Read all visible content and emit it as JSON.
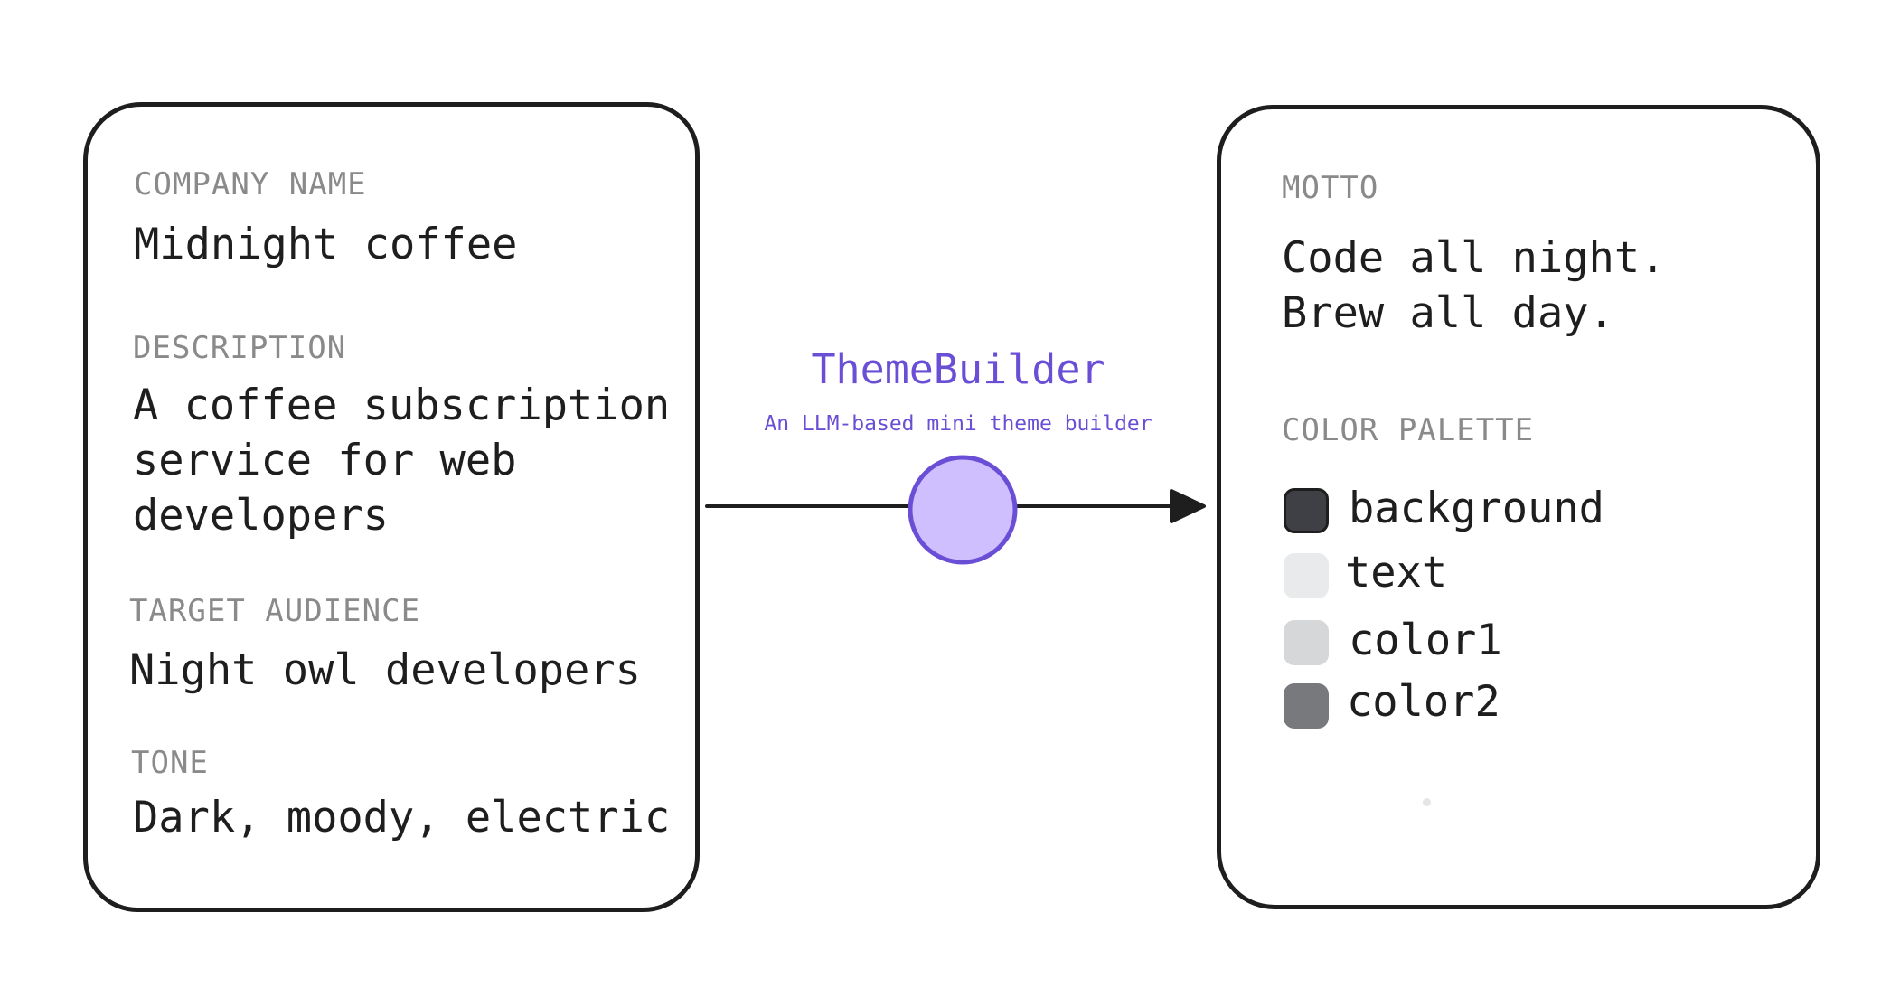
{
  "input": {
    "fields": [
      {
        "label": "COMPANY NAME",
        "value": "Midnight coffee"
      },
      {
        "label": "DESCRIPTION",
        "value": "A coffee subscription\nservice for web\ndevelopers"
      },
      {
        "label": "TARGET AUDIENCE",
        "value": "Night owl developers"
      },
      {
        "label": "TONE",
        "value": "Dark, moody, electric"
      }
    ]
  },
  "processor": {
    "title": "ThemeBuilder",
    "subtitle": "An LLM-based mini theme builder",
    "node_fill": "#d0bfff",
    "node_stroke": "#6a4fd6"
  },
  "output": {
    "motto_label": "MOTTO",
    "motto": "Code all night.\nBrew all day.",
    "palette_label": "COLOR PALETTE",
    "palette": [
      {
        "name": "background",
        "color": "#3f4045"
      },
      {
        "name": "text",
        "color": "#e9eaeb"
      },
      {
        "name": "color1",
        "color": "#d6d7d8"
      },
      {
        "name": "color2",
        "color": "#77797c"
      }
    ]
  }
}
